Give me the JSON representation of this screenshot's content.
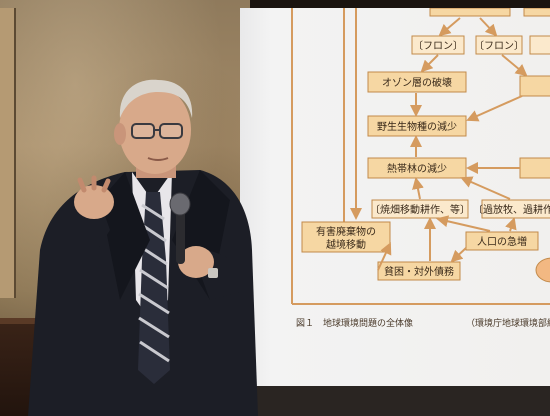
{
  "slide": {
    "top_partial": "",
    "freon_left": "〔フロン〕",
    "freon_right": "〔フロン〕",
    "ozone": "オゾン層の破壊",
    "wildlife": "野生生物種の減少",
    "tropical_forest": "熱帯林の減少",
    "slash_burn": "〔焼畑移動耕作、等〕",
    "overgrazing": "〔過放牧、過耕作〕",
    "hazardous_waste_line1": "有害廃棄物の",
    "hazardous_waste_line2": "越境移動",
    "population": "人口の急増",
    "poverty": "貧困・対外債務",
    "caption_left": "図１　地球環境問題の全体像",
    "caption_right": "（環境庁地球環境部編"
  },
  "colors": {
    "slide_box_fill": "#f6d7a3",
    "slide_box_stroke": "#c28a4a",
    "slide_arrow": "#d59b5f",
    "suit": "#1c1e26",
    "tie_stripe": "#c9c9cf",
    "skin": "#d8a98a",
    "hair": "#d9d4cc"
  }
}
